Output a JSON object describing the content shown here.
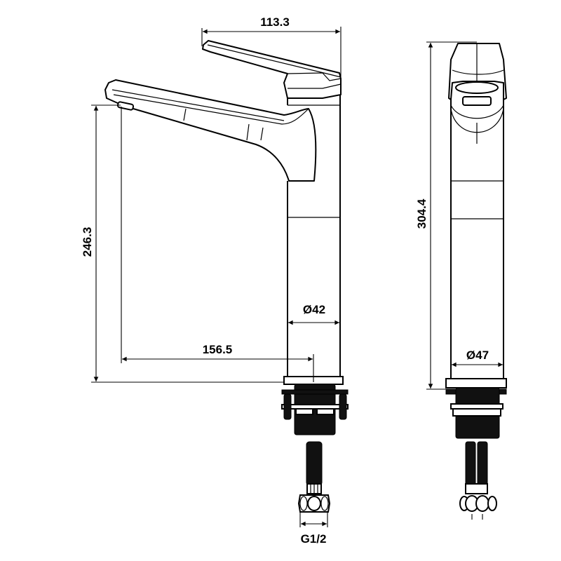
{
  "title": "Faucet technical drawing",
  "dimensions": {
    "lever_reach": "113.3",
    "spout_height": "246.3",
    "total_height": "304.4",
    "body_diameter": "Ø42",
    "base_diameter": "Ø47",
    "spout_reach": "156.5",
    "connection_thread": "G1/2"
  },
  "colors": {
    "line": "#000000",
    "background": "#ffffff"
  }
}
